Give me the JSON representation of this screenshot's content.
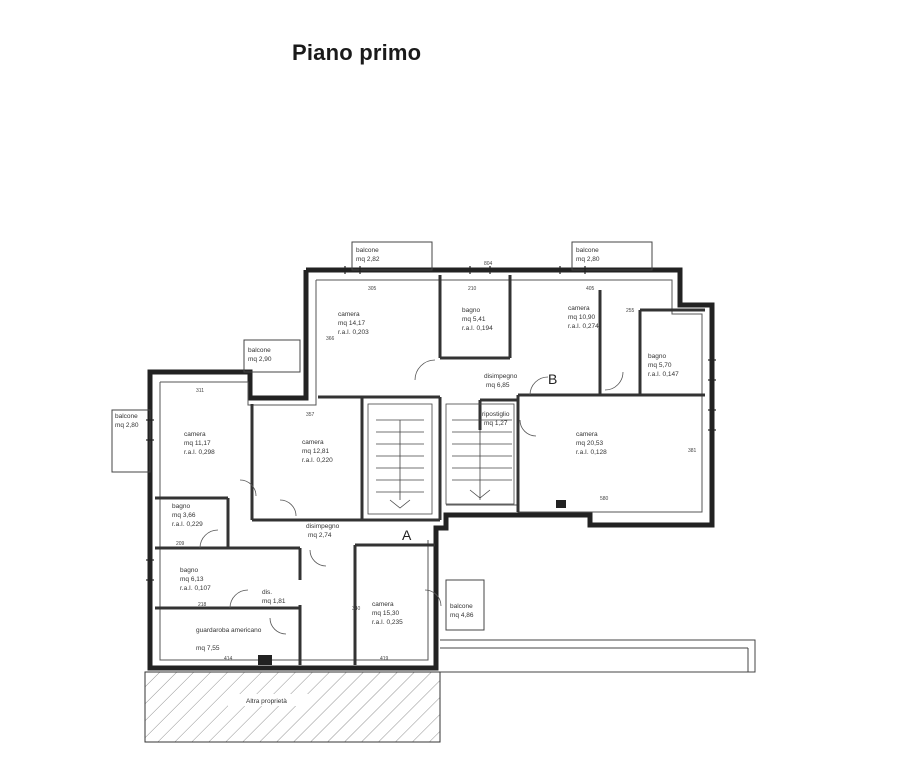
{
  "title": "Piano primo",
  "labels": {
    "A": "A",
    "B": "B"
  },
  "rooms": {
    "camera_top_left": {
      "name": "camera",
      "area": "mq 14,17",
      "ratio": "r.a.I. 0,203"
    },
    "bagno_top": {
      "name": "bagno",
      "area": "mq 5,41",
      "ratio": "r.a.I. 0,194"
    },
    "camera_top_right": {
      "name": "camera",
      "area": "mq 10,90",
      "ratio": "r.a.I. 0,274"
    },
    "bagno_right": {
      "name": "bagno",
      "area": "mq 5,70",
      "ratio": "r.a.I. 0,147"
    },
    "disimpegno_b": {
      "name": "disimpegno",
      "area": "mq 6,85"
    },
    "ripostiglio": {
      "name": "ripostiglio",
      "area": "mq 1,27"
    },
    "camera_big_right": {
      "name": "camera",
      "area": "mq 20,53",
      "ratio": "r.a.I. 0,128"
    },
    "camera_left": {
      "name": "camera",
      "area": "mq 11,17",
      "ratio": "r.a.I. 0,298"
    },
    "camera_mid": {
      "name": "camera",
      "area": "mq 12,81",
      "ratio": "r.a.I. 0,220"
    },
    "bagno_left1": {
      "name": "bagno",
      "area": "mq 3,66",
      "ratio": "r.a.I. 0,229"
    },
    "disimpegno_a": {
      "name": "disimpegno",
      "area": "mq 2,74"
    },
    "bagno_left2": {
      "name": "bagno",
      "area": "mq 6,13",
      "ratio": "r.a.I. 0,107"
    },
    "dis_small": {
      "name": "dis.",
      "area": "mq 1,81"
    },
    "camera_bottom": {
      "name": "camera",
      "area": "mq 15,30",
      "ratio": "r.a.I. 0,235"
    },
    "guardaroba": {
      "name": "guardaroba americano",
      "area": "mq 7,55"
    }
  },
  "balconies": {
    "top_left": {
      "name": "balcone",
      "area": "mq 2,82"
    },
    "top_right": {
      "name": "balcone",
      "area": "mq 2,80"
    },
    "mid_left": {
      "name": "balcone",
      "area": "mq 2,90"
    },
    "far_left": {
      "name": "balcone",
      "area": "mq 2,80"
    },
    "bottom_right": {
      "name": "balcone",
      "area": "mq 4,86"
    }
  },
  "other": {
    "altra_proprieta": "Altra proprietà"
  },
  "dimensions": {
    "d_top_left": "305",
    "d_top_mid": "210",
    "d_top_right": "405",
    "d_top_edge": "804",
    "d_left_room": "311",
    "d_mid_room": "357",
    "d_big_room": "580",
    "d_bottom_mid": "419",
    "d_bottom_left": "414",
    "d_bagno_w": "218",
    "d_bagno2": "209",
    "d_v1": "366",
    "d_v2": "340",
    "d_v3": "381",
    "d_v4": "255"
  }
}
